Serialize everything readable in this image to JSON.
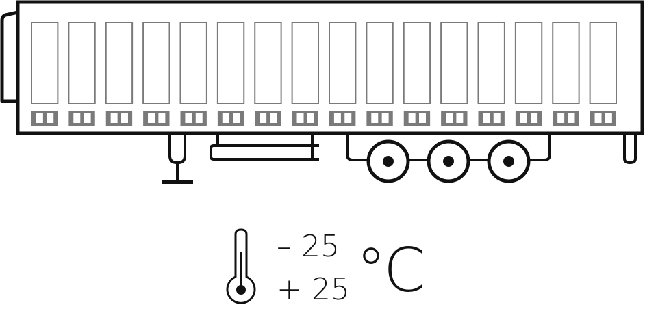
{
  "illustration": {
    "subject": "semi-trailer-icon",
    "panel_count": 16,
    "axle_count": 3
  },
  "temperature": {
    "icon": "thermometer-icon",
    "min_label": "– 25",
    "max_label": "+ 25",
    "unit_label": "°C"
  },
  "colors": {
    "stroke": "#111111",
    "panel_gray": "#7a7a7a",
    "background": "#ffffff"
  }
}
